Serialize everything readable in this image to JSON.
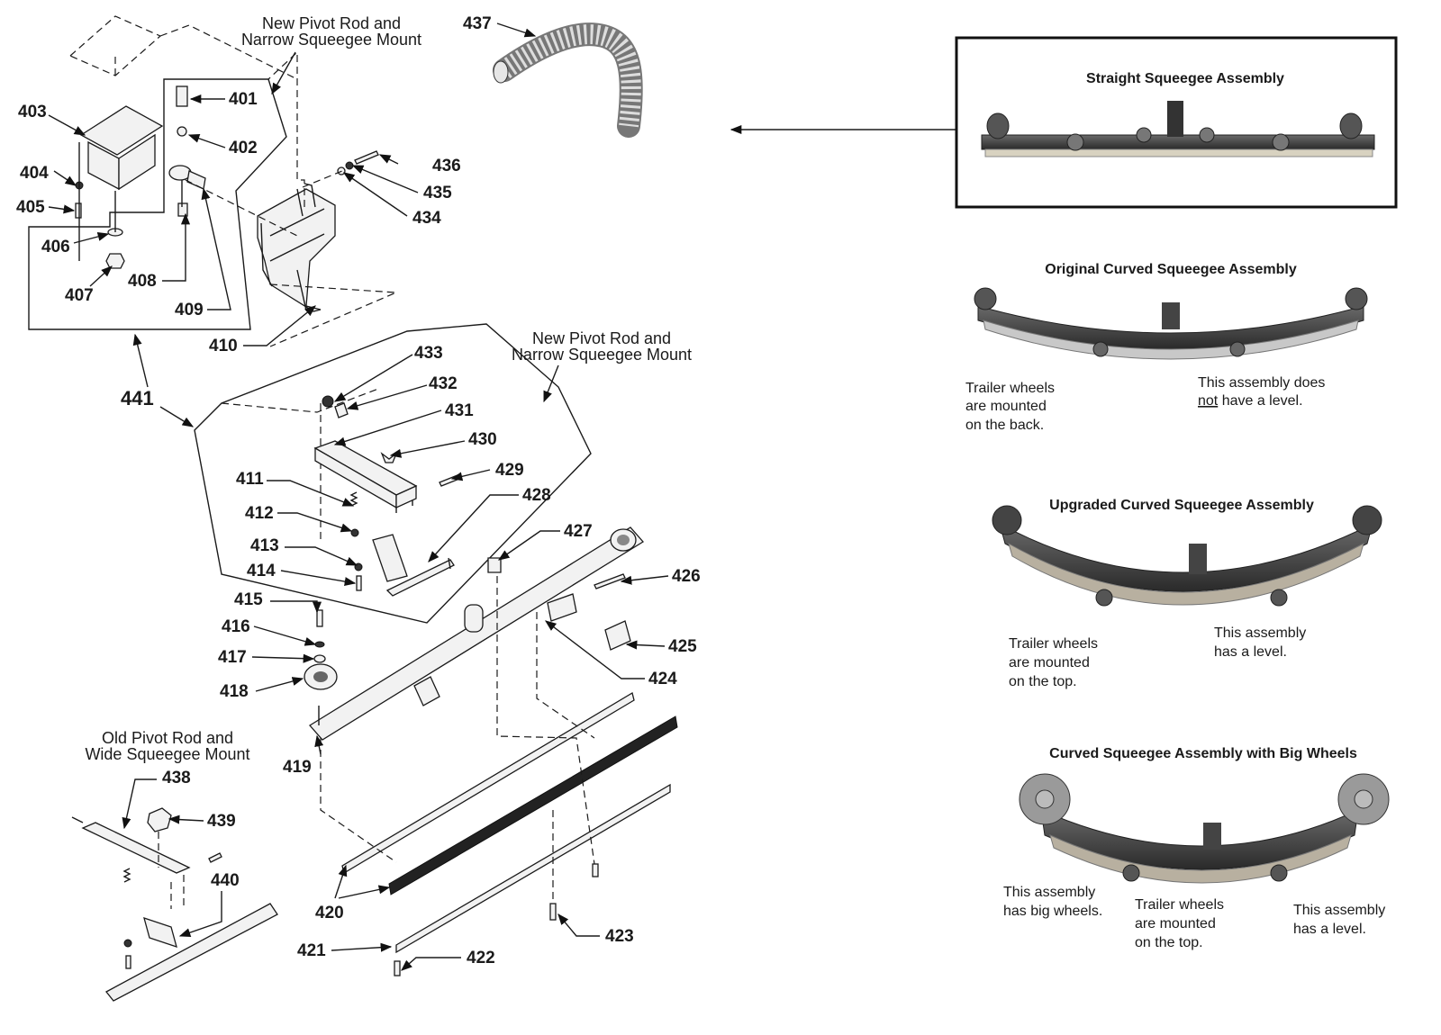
{
  "groups": {
    "new_mount_top": [
      "New Pivot Rod and",
      "Narrow Squeegee Mount"
    ],
    "new_mount_mid": [
      "New Pivot Rod and",
      "Narrow Squeegee Mount"
    ],
    "old_mount": [
      "Old Pivot Rod and",
      "Wide Squeegee Mount"
    ]
  },
  "callouts": {
    "c401": "401",
    "c402": "402",
    "c403": "403",
    "c404": "404",
    "c405": "405",
    "c406": "406",
    "c407": "407",
    "c408": "408",
    "c409": "409",
    "c410": "410",
    "c411": "411",
    "c412": "412",
    "c413": "413",
    "c414": "414",
    "c415": "415",
    "c416": "416",
    "c417": "417",
    "c418": "418",
    "c419": "419",
    "c420": "420",
    "c421": "421",
    "c422": "422",
    "c423": "423",
    "c424": "424",
    "c425": "425",
    "c426": "426",
    "c427": "427",
    "c428": "428",
    "c429": "429",
    "c430": "430",
    "c431": "431",
    "c432": "432",
    "c433": "433",
    "c434": "434",
    "c435": "435",
    "c436": "436",
    "c437": "437",
    "c438": "438",
    "c439": "439",
    "c440": "440",
    "c441": "441"
  },
  "panels": {
    "straight": {
      "title": "Straight Squeegee Assembly"
    },
    "original_curved": {
      "title": "Original Curved Squeegee Assembly",
      "note_left": [
        "Trailer wheels",
        "are mounted",
        "on the back."
      ],
      "note_right_prefix": "This assembly does",
      "note_right_underline": "not",
      "note_right_suffix": " have a level."
    },
    "upgraded_curved": {
      "title": "Upgraded Curved Squeegee Assembly",
      "note_left": [
        "Trailer wheels",
        "are mounted",
        "on the top."
      ],
      "note_right": [
        "This assembly",
        "has a level."
      ]
    },
    "big_wheels": {
      "title": "Curved Squeegee Assembly with Big Wheels",
      "note_left": [
        "This assembly",
        "has big wheels."
      ],
      "note_mid": [
        "Trailer wheels",
        "are mounted",
        "on the top."
      ],
      "note_right": [
        "This assembly",
        "has a level."
      ]
    }
  }
}
